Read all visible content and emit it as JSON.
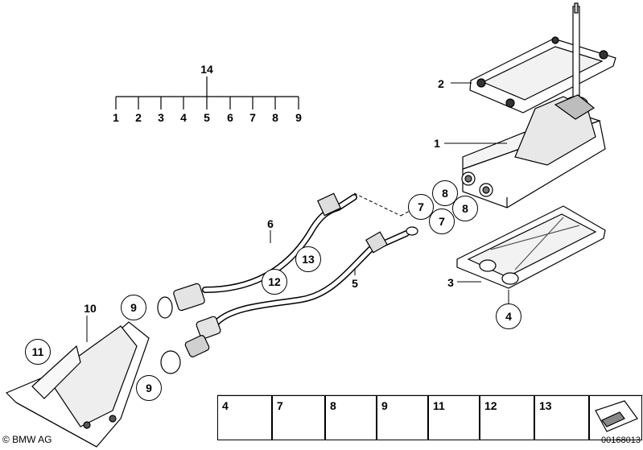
{
  "diagram": {
    "kit_number": "14",
    "kit_children": [
      "1",
      "2",
      "3",
      "4",
      "5",
      "6",
      "7",
      "8",
      "9"
    ],
    "callouts": {
      "p1": "1",
      "p2": "2",
      "p3": "3",
      "p5": "5",
      "p6": "6",
      "p10": "10"
    },
    "circled": {
      "c4": "4",
      "c7a": "7",
      "c7b": "7",
      "c8a": "8",
      "c8b": "8",
      "c9a": "9",
      "c9b": "9",
      "c11": "11",
      "c12": "12",
      "c13": "13"
    },
    "legend": [
      "4",
      "7",
      "8",
      "9",
      "11",
      "12",
      "13"
    ],
    "copyright": "© BMW AG",
    "reference": "00168013"
  }
}
